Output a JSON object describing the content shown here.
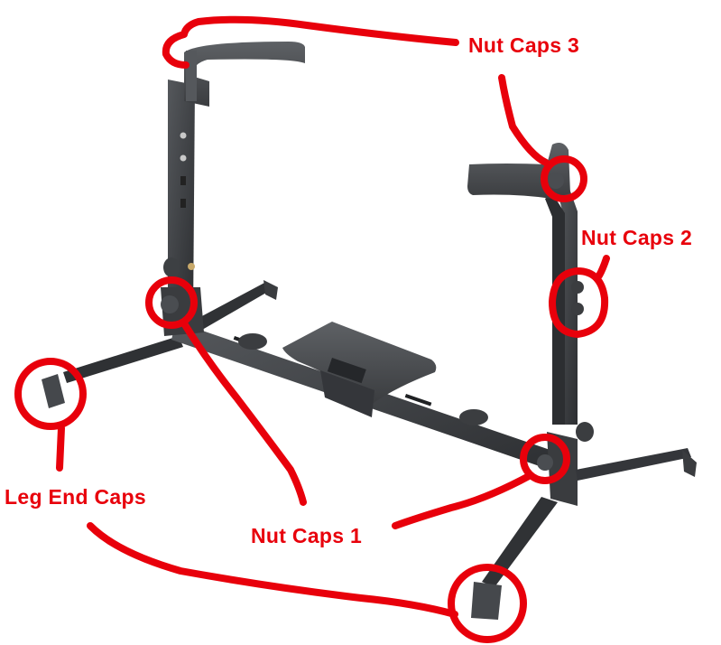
{
  "image": {
    "subject": "folding instrument stand with annotated replacement parts",
    "annotation_color": "#e8000b",
    "stand_color": "#3a3c3f",
    "background": "#ffffff"
  },
  "labels": {
    "nut_caps_3": "Nut Caps 3",
    "nut_caps_2": "Nut Caps 2",
    "nut_caps_1": "Nut Caps 1",
    "leg_end_caps": "Leg End Caps"
  }
}
